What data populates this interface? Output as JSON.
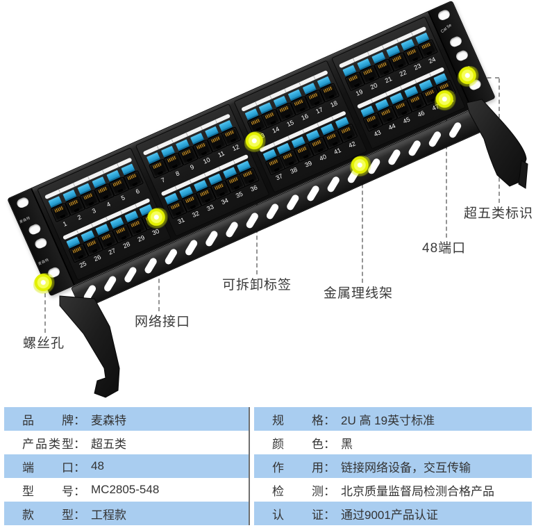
{
  "panel": {
    "ear_label": "Cat 5e",
    "brand_mark": "麦森特",
    "sections": [
      {
        "top": [
          "1",
          "2",
          "3",
          "4",
          "5",
          "6"
        ],
        "bottom": [
          "25",
          "26",
          "27",
          "28",
          "29",
          "30"
        ]
      },
      {
        "top": [
          "7",
          "8",
          "9",
          "10",
          "11",
          "12"
        ],
        "bottom": [
          "31",
          "32",
          "33",
          "34",
          "35",
          "36"
        ]
      },
      {
        "top": [
          "13",
          "14",
          "15",
          "16",
          "17",
          "18"
        ],
        "bottom": [
          "37",
          "38",
          "39",
          "40",
          "41",
          "42"
        ]
      },
      {
        "top": [
          "19",
          "20",
          "21",
          "22",
          "23",
          "24"
        ],
        "bottom": [
          "43",
          "44",
          "45",
          "46",
          "47",
          "48"
        ]
      }
    ]
  },
  "callouts": [
    {
      "label": "螺丝孔"
    },
    {
      "label": "网络接口"
    },
    {
      "label": "可拆卸标签"
    },
    {
      "label": "金属理线架"
    },
    {
      "label": "48端口"
    },
    {
      "label": "超五类标识"
    }
  ],
  "spec_table": {
    "rows": [
      {
        "left_label": "品牌",
        "left_value": "麦森特",
        "right_label": "规格",
        "right_value": "2U 高  19英寸标准"
      },
      {
        "left_label": "产品类型",
        "left_value": "超五类",
        "right_label": "颜色",
        "right_value": "黑"
      },
      {
        "left_label": "端口",
        "left_value": "48",
        "right_label": "作用",
        "right_value": "链接网络设备，交互传输"
      },
      {
        "left_label": "型号",
        "left_value": "MC2805-548",
        "right_label": "检测",
        "right_value": "北京质量监督局检测合格产品"
      },
      {
        "left_label": "款型",
        "left_value": "工程款",
        "right_label": "认证",
        "right_value": "通过9001产品认证"
      }
    ]
  },
  "colors": {
    "table_row_blue": "#a9cdf0",
    "keystone_blue": "#2fa9dc",
    "highlight_yellow": "#e2f000",
    "panel_black": "#141414"
  }
}
